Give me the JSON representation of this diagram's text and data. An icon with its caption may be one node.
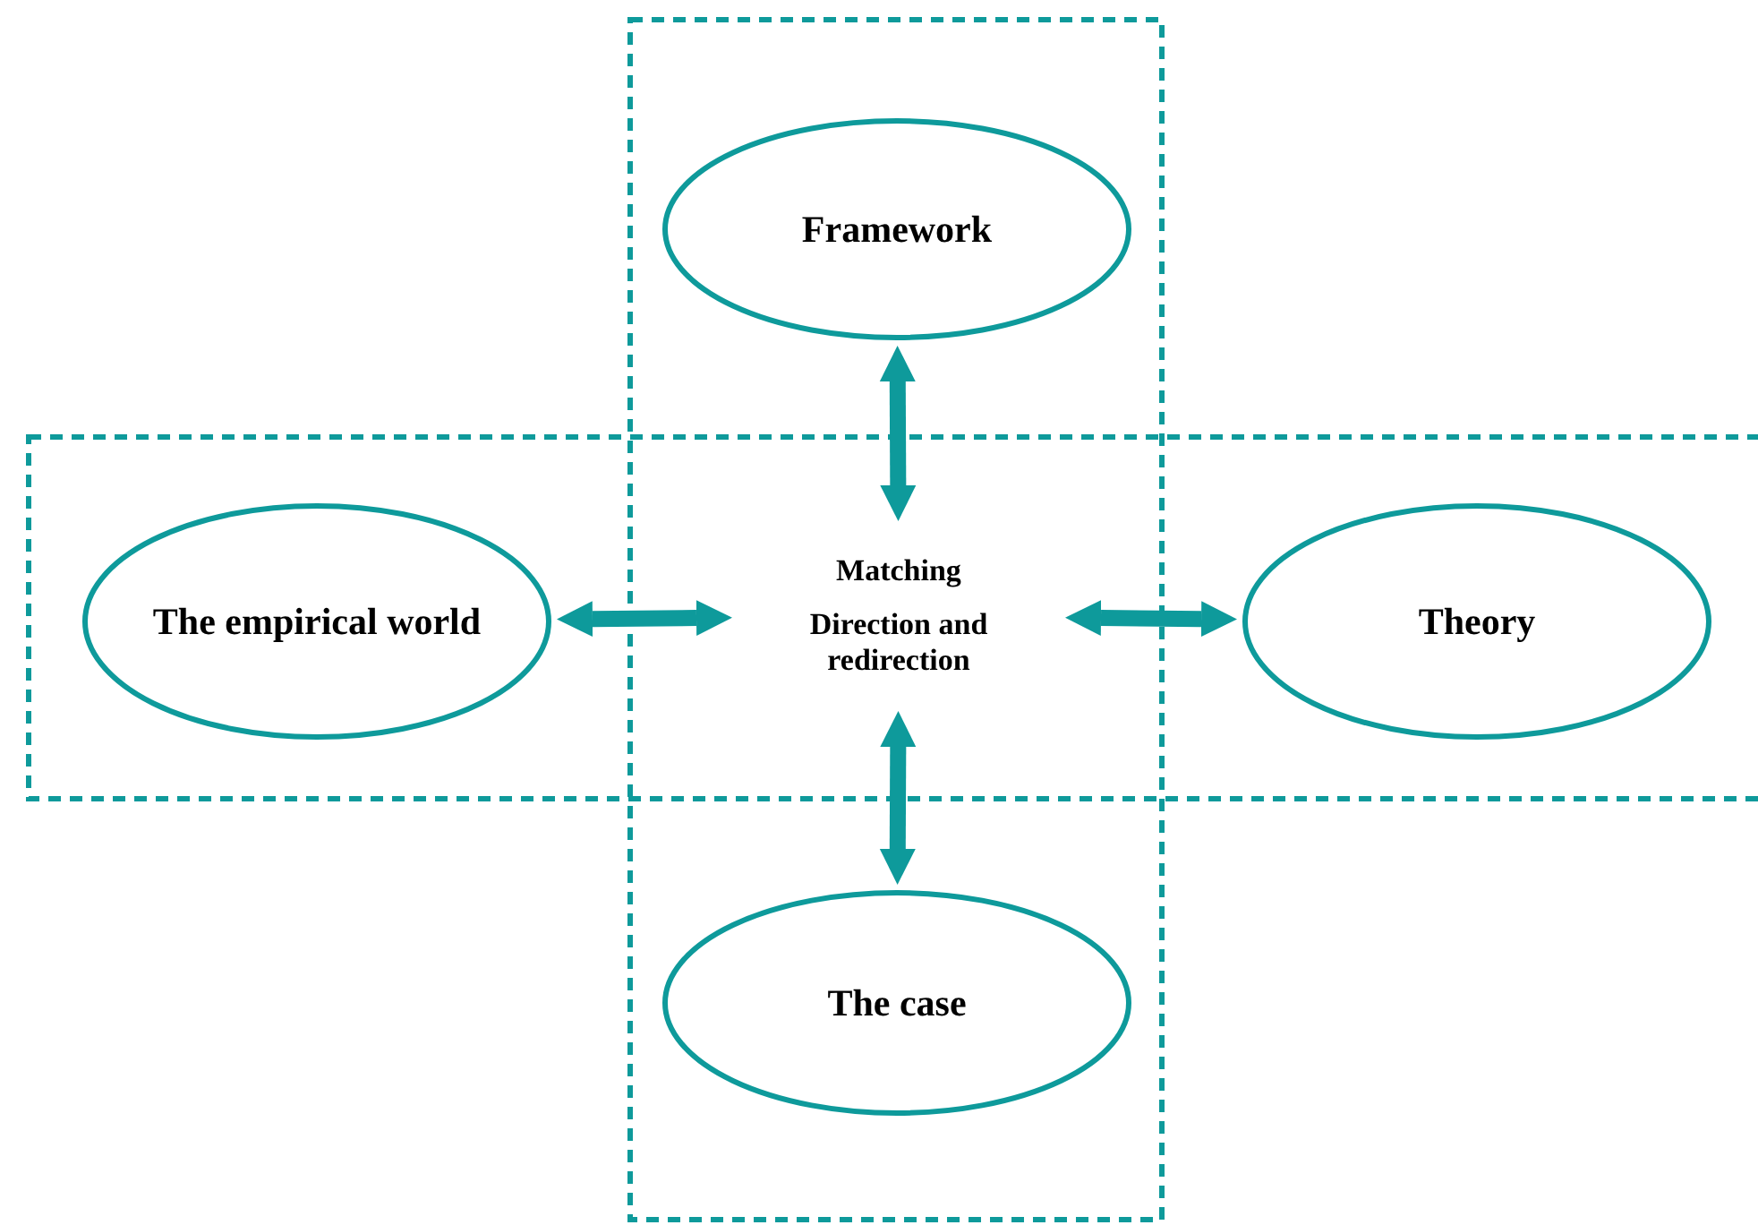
{
  "diagram": {
    "nodes": [
      {
        "text": [
          "Framework"
        ]
      },
      {
        "text": [
          "The empirical world"
        ]
      },
      {
        "text": [
          "Matching",
          "Direction and redirection"
        ]
      },
      {
        "text": [
          "Theory"
        ]
      },
      {
        "text": [
          "The case"
        ]
      }
    ],
    "edges": [
      {
        "from": 2,
        "to": 0,
        "arrow": "both"
      },
      {
        "from": 1,
        "to": 2,
        "arrow": "both"
      },
      {
        "from": 2,
        "to": 3,
        "arrow": "both"
      },
      {
        "from": 2,
        "to": 4,
        "arrow": "both"
      }
    ]
  }
}
